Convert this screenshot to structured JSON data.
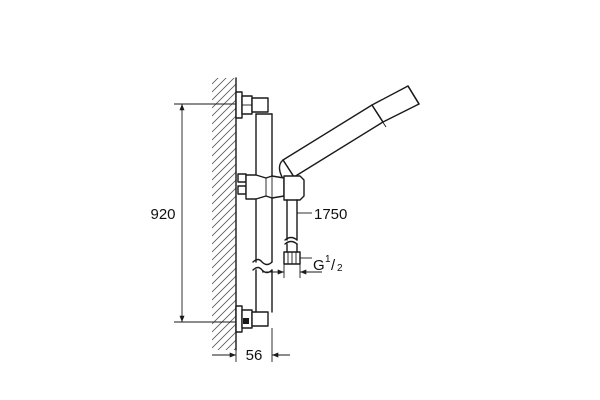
{
  "dimensions": {
    "rail_height": "920",
    "hose_length": "1750",
    "thread_main": "G",
    "thread_num": "1",
    "thread_den": "2",
    "wall_offset": "56"
  },
  "colors": {
    "line": "#1a1a1a",
    "hatch": "#555555",
    "background": "#ffffff"
  }
}
